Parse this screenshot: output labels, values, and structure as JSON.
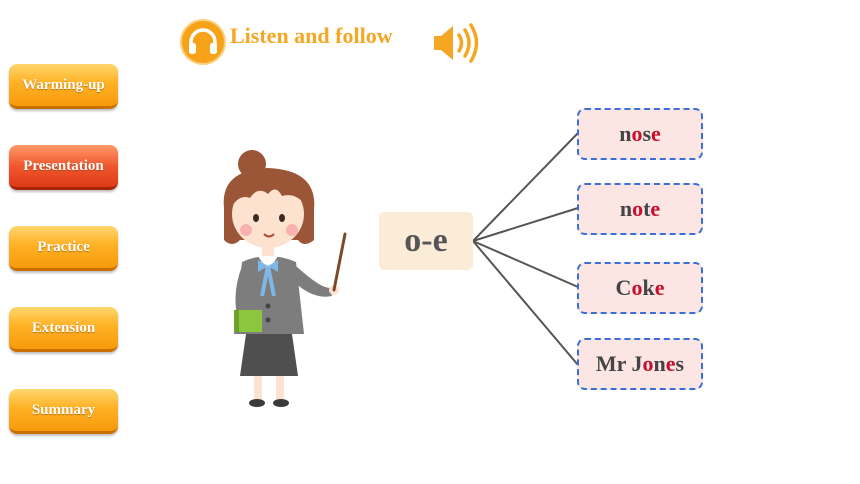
{
  "header": {
    "title": "Listen and follow",
    "left_icon": "headphones-icon",
    "right_icon": "speaker-icon"
  },
  "nav": {
    "items": [
      {
        "label": "Warming-up",
        "active": false
      },
      {
        "label": "Presentation",
        "active": true
      },
      {
        "label": "Practice",
        "active": false
      },
      {
        "label": "Extension",
        "active": false
      },
      {
        "label": "Summary",
        "active": false
      }
    ]
  },
  "center": {
    "pattern": "o-e"
  },
  "words": [
    {
      "parts": [
        {
          "t": "n",
          "hl": false
        },
        {
          "t": "o",
          "hl": true
        },
        {
          "t": "s",
          "hl": false
        },
        {
          "t": "e",
          "hl": true
        }
      ]
    },
    {
      "parts": [
        {
          "t": "n",
          "hl": false
        },
        {
          "t": "o",
          "hl": true
        },
        {
          "t": "t",
          "hl": false
        },
        {
          "t": "e",
          "hl": true
        }
      ]
    },
    {
      "parts": [
        {
          "t": "C",
          "hl": false
        },
        {
          "t": "o",
          "hl": true
        },
        {
          "t": "k",
          "hl": false
        },
        {
          "t": "e",
          "hl": true
        }
      ]
    },
    {
      "parts": [
        {
          "t": "Mr J",
          "hl": false
        },
        {
          "t": "o",
          "hl": true
        },
        {
          "t": "n",
          "hl": false
        },
        {
          "t": "e",
          "hl": true
        },
        {
          "t": "s",
          "hl": false
        }
      ]
    }
  ],
  "colors": {
    "accent": "#f5a623",
    "highlight": "#c8102e",
    "box_border": "#3a6fd8",
    "word_bg": "#fbe6e4",
    "pattern_bg": "#fbecd8"
  }
}
